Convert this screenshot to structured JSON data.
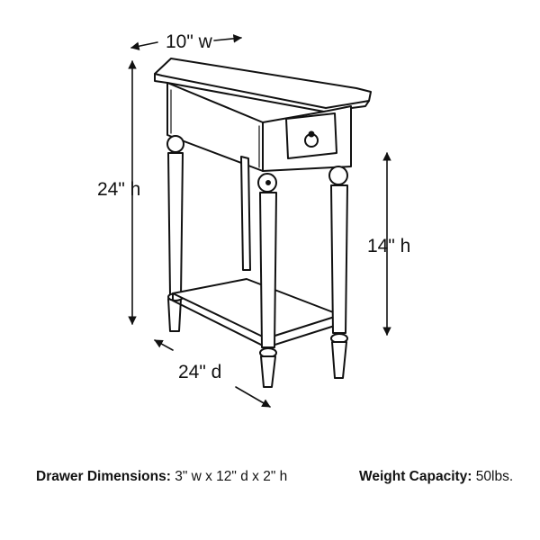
{
  "dimensions": {
    "width": "10\" w",
    "height": "24\" h",
    "leg_height": "14\" h",
    "depth": "24\" d"
  },
  "specs": {
    "drawer_label": "Drawer Dimensions:",
    "drawer_value": " 3\" w x 12\" d x 2\" h",
    "weight_label": "Weight Capacity:",
    "weight_value": " 50lbs."
  }
}
